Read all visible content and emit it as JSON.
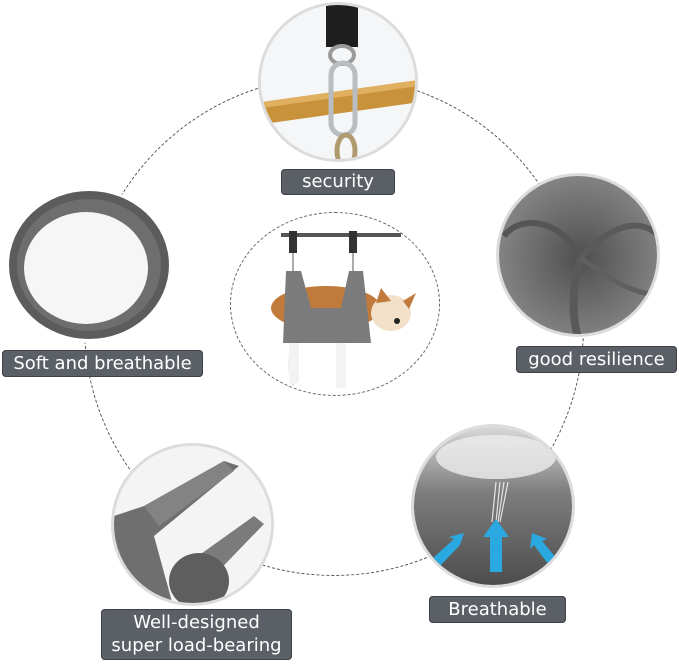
{
  "features": [
    {
      "id": "security",
      "label": "security"
    },
    {
      "id": "soft",
      "label": "Soft and breathable"
    },
    {
      "id": "resilience",
      "label": "good resilience"
    },
    {
      "id": "load",
      "label_line1": "Well-designed",
      "label_line2": "super load-bearing"
    },
    {
      "id": "breathable",
      "label": "Breathable"
    }
  ],
  "center": {
    "subject": "dog-in-grooming-hammock"
  },
  "colors": {
    "label_bg": "#5b5f66",
    "label_text": "#ffffff",
    "fabric_gray": "#7a7a7a",
    "accent_blue": "#29a9e0",
    "rod_gold": "#c8923a"
  }
}
